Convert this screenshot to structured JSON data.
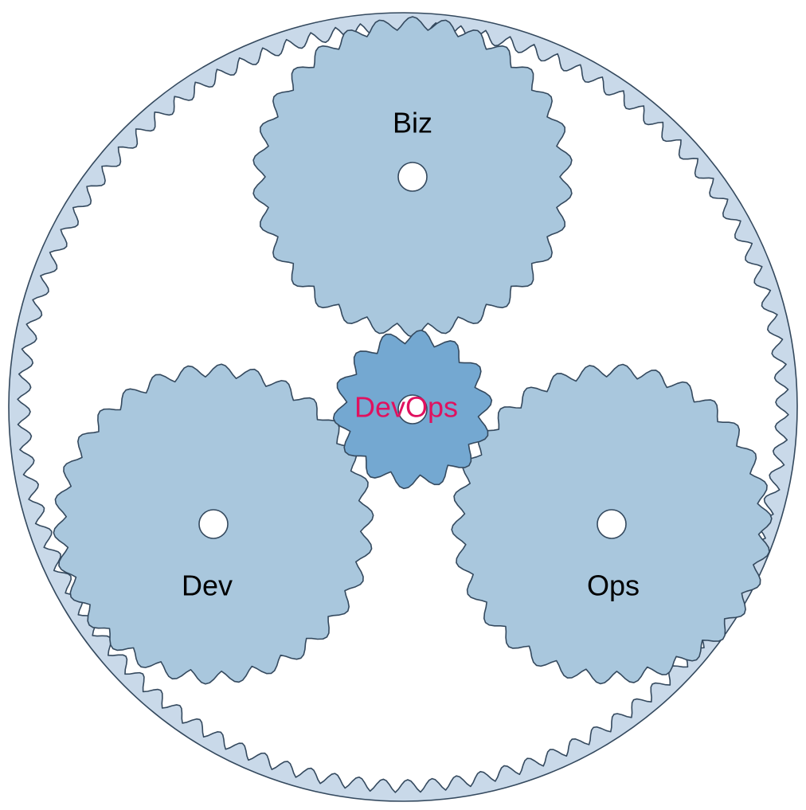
{
  "diagram": {
    "labels": {
      "top": "Biz",
      "left": "Dev",
      "right": "Ops",
      "center": "DevOps"
    },
    "colors": {
      "background": "#ffffff",
      "ring_fill": "#c9d9e9",
      "planet_fill": "#a9c7dd",
      "sun_fill": "#74a8d1",
      "outline": "#34495e",
      "hole": "#ffffff",
      "label_text": "#000000",
      "center_label_text": "#e0115f"
    }
  }
}
